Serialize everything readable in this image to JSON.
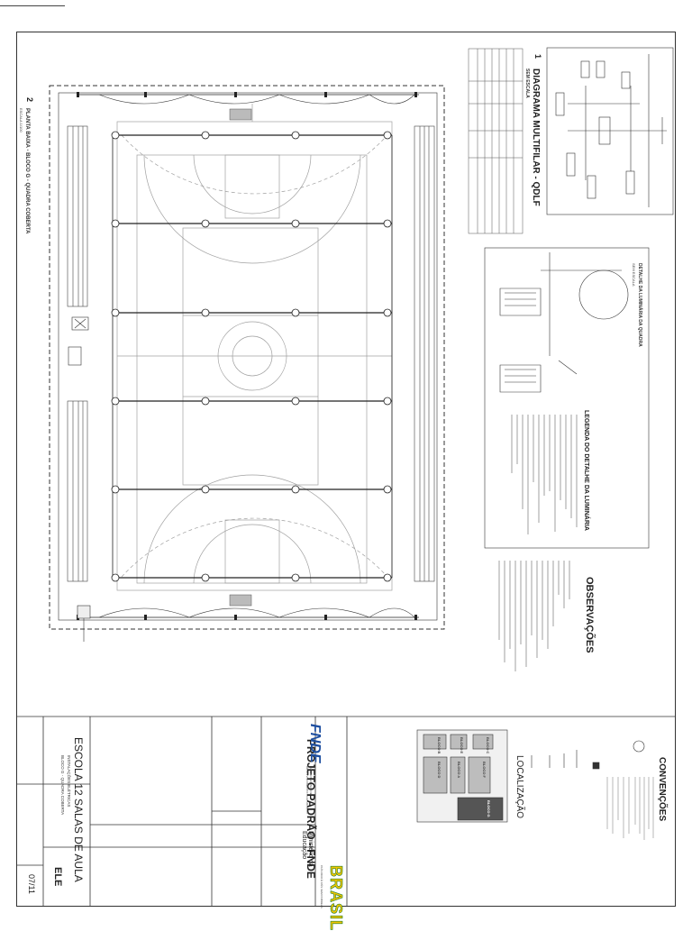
{
  "title_block": {
    "project_title": "PROJETO PADRÃO - FNDE",
    "school_name": "ESCOLA 12 SALAS DE AULA",
    "discipline_code": "ELE",
    "sheet_number": "07/11",
    "subtitle_line1": "INSTALAÇÕES ELÉTRICAS",
    "subtitle_line2": "BLOCO G - QUADRA COBERTA",
    "ministry": "Ministério da Educação",
    "fnde_logo": "FNDE",
    "fnde_full": "FUNDO NACIONAL DE DESENVOLVIMENTO DA EDUCAÇÃO",
    "brasil_logo": "BRASIL",
    "brasil_tagline": "PAÍS RICO É PAÍS SEM POBREZA"
  },
  "drawings": {
    "plan_number": "2",
    "plan_title": "PLANTA BAIXA - BLOCO G - QUADRA COBERTA",
    "plan_scale": "ESCALA 1/100",
    "diagram_number": "1",
    "diagram_title": "DIAGRAMA MULTIFILAR - QDLF",
    "diagram_scale": "SEM ESCALA",
    "luminaire_detail_title": "DETALHE DA LUMINÁRIA DA QUADRA",
    "luminaire_detail_scale": "SEM ESCALA",
    "luminaire_legend_title": "LEGENDA DO DETALHE DA LUMINÁRIA"
  },
  "sections": {
    "observations_title": "OBSERVAÇÕES",
    "conventions_title": "CONVENÇÕES",
    "location_title": "LOCALIZAÇÃO"
  },
  "location_blocks": [
    "BLOCO B",
    "BLOCO C",
    "BLOCO E",
    "BLOCO D",
    "BLOCO F",
    "BLOCO A",
    "BLOCO G"
  ],
  "icons": {
    "luminaire": "circle-lamp-icon",
    "panel": "electrical-panel-icon",
    "north": "north-arrow-icon"
  },
  "colors": {
    "line": "#333333",
    "court": "#9a9a9a",
    "fnde_blue": "#1e4fa0",
    "brasil_yellow": "#f3c400",
    "brasil_green": "#1a7f2b"
  }
}
